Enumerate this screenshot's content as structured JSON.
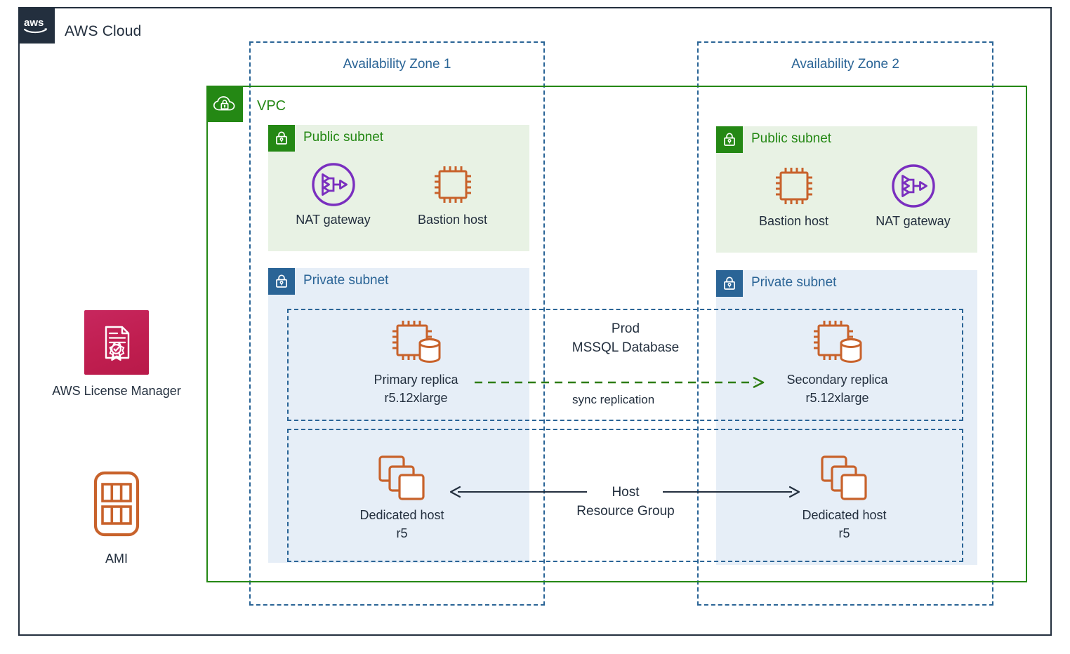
{
  "cloud": {
    "title": "AWS Cloud",
    "logo_icon": "aws-logo-icon",
    "border_color": "#232F3E"
  },
  "vpc": {
    "label": "VPC",
    "icon": "vpc-cloud-lock-icon",
    "color": "#248814"
  },
  "availability_zones": [
    {
      "title": "Availability Zone 1"
    },
    {
      "title": "Availability Zone 2"
    }
  ],
  "subnets": {
    "public": {
      "label": "Public subnet",
      "icon": "lock-icon",
      "badge_color": "#248814",
      "fill": "#E8F2E4"
    },
    "private": {
      "label": "Private subnet",
      "icon": "lock-icon",
      "badge_color": "#2A6496",
      "fill": "#E6EEF7"
    }
  },
  "az1_public_nodes": [
    {
      "label": "NAT gateway",
      "sub": "",
      "icon": "nat-gateway-icon"
    },
    {
      "label": "Bastion host",
      "sub": "",
      "icon": "ec2-instance-icon"
    }
  ],
  "az2_public_nodes": [
    {
      "label": "Bastion host",
      "sub": "",
      "icon": "ec2-instance-icon"
    },
    {
      "label": "NAT gateway",
      "sub": "",
      "icon": "nat-gateway-icon"
    }
  ],
  "db_row": {
    "title_line1": "Prod",
    "title_line2": "MSSQL Database",
    "left_node": {
      "label": "Primary replica",
      "sub": "r5.12xlarge",
      "icon": "ec2-database-instance-icon"
    },
    "right_node": {
      "label": "Secondary replica",
      "sub": "r5.12xlarge",
      "icon": "ec2-database-instance-icon"
    },
    "connector": {
      "caption": "sync replication",
      "color": "#2E7D14",
      "style": "dashed",
      "direction": "left-to-right"
    }
  },
  "host_row": {
    "title_line1": "Host",
    "title_line2": "Resource Group",
    "left_node": {
      "label": "Dedicated host",
      "sub": "r5",
      "icon": "dedicated-host-icon"
    },
    "right_node": {
      "label": "Dedicated host",
      "sub": "r5",
      "icon": "dedicated-host-icon"
    },
    "connector": {
      "color": "#232F3E",
      "style": "solid",
      "direction": "bidirectional-outward"
    }
  },
  "services": [
    {
      "label": "AWS License Manager",
      "icon": "aws-license-manager-icon",
      "color": "#C7275E"
    },
    {
      "label": "AMI",
      "icon": "ami-icon",
      "color": "#C8622B"
    }
  ],
  "colors": {
    "aws_navy": "#232F3E",
    "vpc_green": "#248814",
    "az_blue": "#2A6496",
    "orange": "#C8622B",
    "purple": "#7A2FBF",
    "magenta": "#C7275E",
    "replication_green": "#2E7D14"
  }
}
